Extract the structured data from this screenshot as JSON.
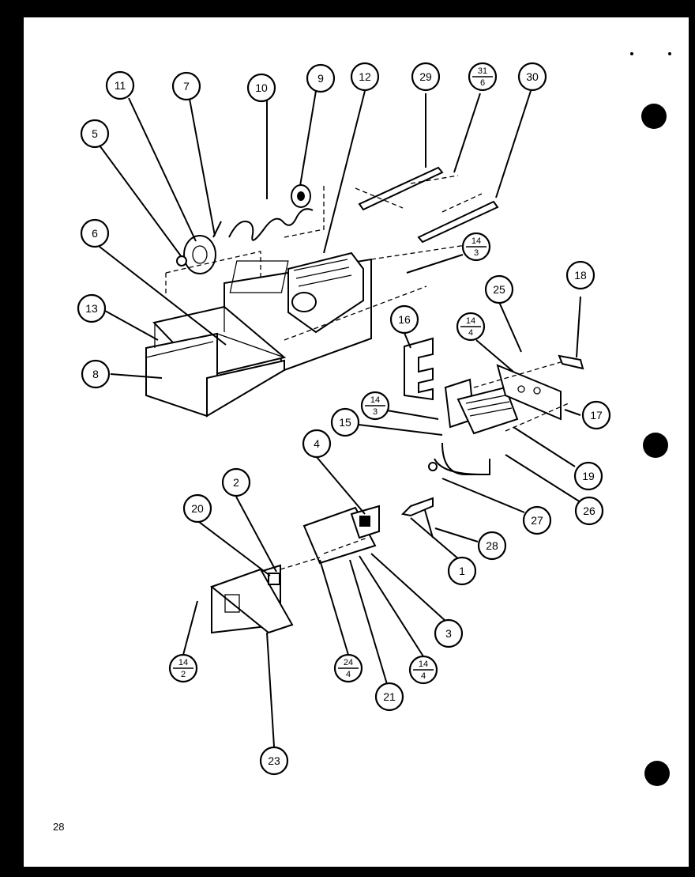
{
  "page_number": "28",
  "callouts": [
    {
      "id": "c-11",
      "label": "11"
    },
    {
      "id": "c-7",
      "label": "7"
    },
    {
      "id": "c-10",
      "label": "10"
    },
    {
      "id": "c-9",
      "label": "9"
    },
    {
      "id": "c-12",
      "label": "12"
    },
    {
      "id": "c-29",
      "label": "29"
    },
    {
      "id": "c-31-6",
      "num": "31",
      "den": "6"
    },
    {
      "id": "c-30",
      "label": "30"
    },
    {
      "id": "c-5",
      "label": "5"
    },
    {
      "id": "c-6",
      "label": "6"
    },
    {
      "id": "c-14-3a",
      "num": "14",
      "den": "3"
    },
    {
      "id": "c-13",
      "label": "13"
    },
    {
      "id": "c-8",
      "label": "8"
    },
    {
      "id": "c-25",
      "label": "25"
    },
    {
      "id": "c-18",
      "label": "18"
    },
    {
      "id": "c-16",
      "label": "16"
    },
    {
      "id": "c-14-4a",
      "num": "14",
      "den": "4"
    },
    {
      "id": "c-17",
      "label": "17"
    },
    {
      "id": "c-14-3b",
      "num": "14",
      "den": "3"
    },
    {
      "id": "c-15",
      "label": "15"
    },
    {
      "id": "c-19",
      "label": "19"
    },
    {
      "id": "c-4",
      "label": "4"
    },
    {
      "id": "c-26",
      "label": "26"
    },
    {
      "id": "c-27",
      "label": "27"
    },
    {
      "id": "c-2",
      "label": "2"
    },
    {
      "id": "c-20",
      "label": "20"
    },
    {
      "id": "c-28",
      "label": "28"
    },
    {
      "id": "c-1",
      "label": "1"
    },
    {
      "id": "c-3",
      "label": "3"
    },
    {
      "id": "c-14-2",
      "num": "14",
      "den": "2"
    },
    {
      "id": "c-24-4",
      "num": "24",
      "den": "4"
    },
    {
      "id": "c-14-4b",
      "num": "14",
      "den": "4"
    },
    {
      "id": "c-21",
      "label": "21"
    },
    {
      "id": "c-23",
      "label": "23"
    }
  ]
}
